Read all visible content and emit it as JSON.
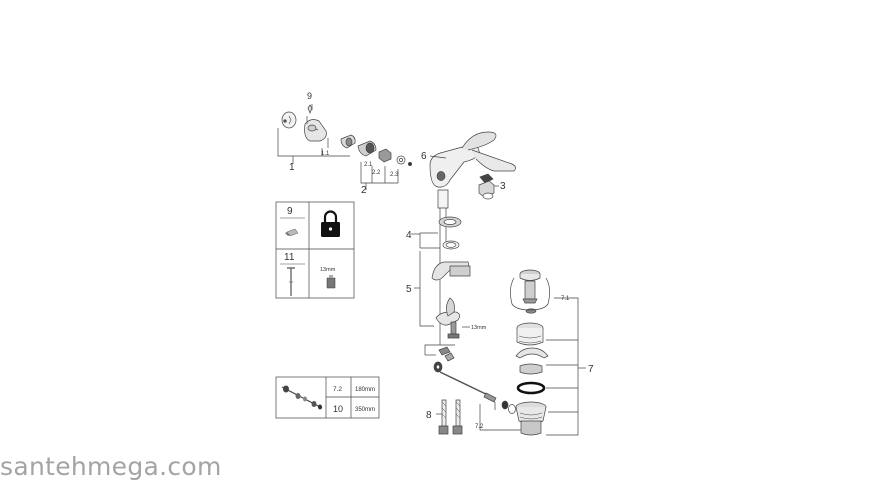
{
  "callouts": {
    "c1": "1",
    "c1_1": "1.1",
    "c2": "2",
    "c2_1": "2.1",
    "c2_2": "2.2",
    "c2_3": "2.3",
    "c3": "3",
    "c4": "4",
    "c5": "5",
    "c6": "6",
    "c7": "7",
    "c7_1": "7.1",
    "c7_2": "7.2",
    "c8": "8",
    "c9": "9",
    "dim_13mm": "13mm"
  },
  "tools_table": {
    "row1_label": "9",
    "row2_label": "11",
    "row2_size": "13mm"
  },
  "hose_table": {
    "row1_label": "7.2",
    "row1_length": "180mm",
    "row2_label": "10",
    "row2_length": "350mm"
  },
  "watermark": "santehmega.com",
  "icons": [
    "screw-icon",
    "padlock-icon",
    "hex-key-icon",
    "socket-icon",
    "rod-assembly-icon"
  ]
}
